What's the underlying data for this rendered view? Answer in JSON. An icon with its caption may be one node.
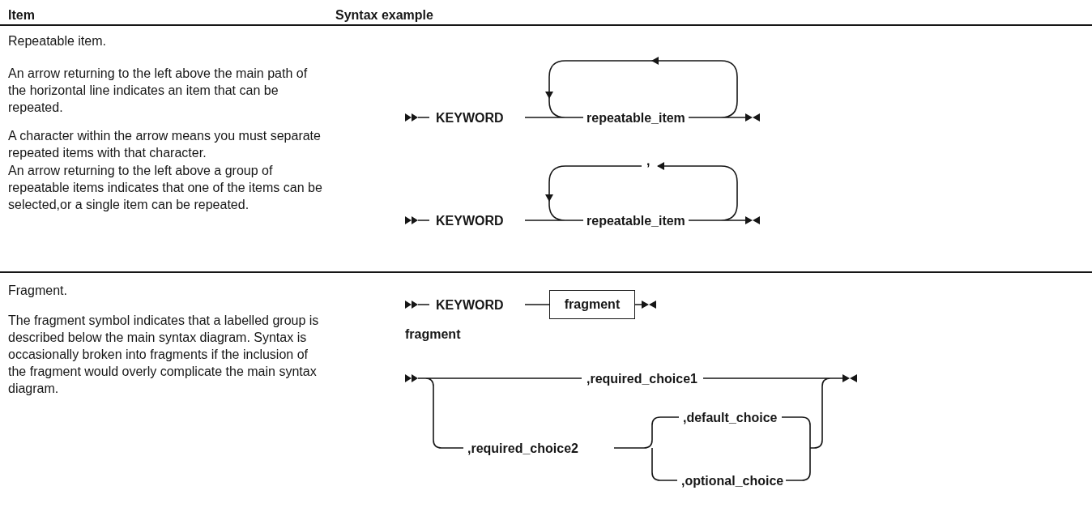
{
  "diagram": {
    "nodes": [
      {
        "text": [
          "fragment"
        ]
      }
    ],
    "labels": [
      "Item",
      "Syntax example",
      "Repeatable item.",
      "An arrow returning to the left above the main path of the horizontal line indicates an item that can be repeated.",
      "A character within the arrow means you must separate repeated items with that character.",
      "An arrow returning to the left above a group of repeatable items indicates that one of the items can be selected,or a single item can be repeated.",
      "KEYWORD",
      "repeatable_item",
      ",",
      "KEYWORD",
      "repeatable_item",
      "Fragment.",
      "The fragment symbol indicates that a labelled group is described below the main syntax diagram. Syntax is occasionally broken into fragments if the inclusion of the fragment would overly complicate the main syntax diagram.",
      "KEYWORD",
      "fragment",
      ",required_choice1",
      ",required_choice2",
      ",default_choice",
      ",optional_choice"
    ]
  }
}
